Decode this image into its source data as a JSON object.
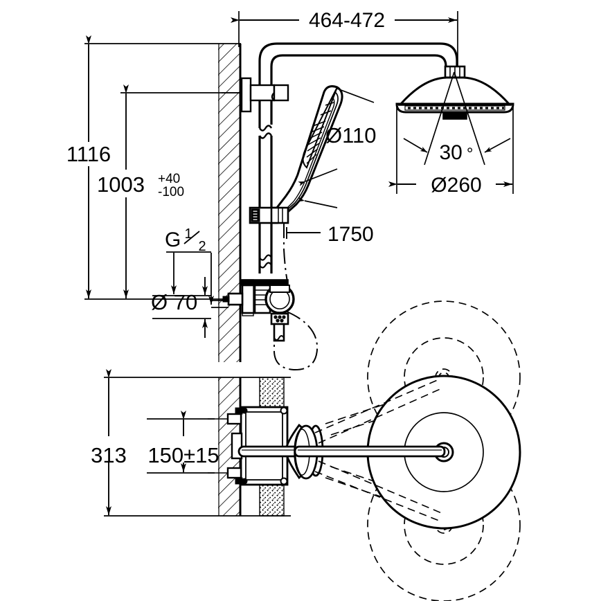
{
  "drawing": {
    "title": "Shower system dimensional drawing",
    "units": "mm",
    "line_color": "#000000",
    "background_color": "#ffffff",
    "hatch_color": "#000000"
  },
  "dimensions": {
    "arm_reach": {
      "label": "464-472",
      "type": "horizontal",
      "name": "shower-arm-reach"
    },
    "total_height": {
      "label": "1116",
      "type": "vertical",
      "name": "overall-height"
    },
    "riser_height": {
      "label": "1003",
      "tolerance_plus": "+40",
      "tolerance_minus": "-100",
      "type": "vertical",
      "name": "riser-height"
    },
    "connection_thread": {
      "label": "G",
      "fraction_numerator": "1",
      "fraction_denominator": "2",
      "name": "inlet-thread-size"
    },
    "inlet_spacing": {
      "label": "Ø 70",
      "type": "vertical",
      "name": "inlet-centre-diameter"
    },
    "hand_shower_diameter": {
      "label": "Ø110",
      "name": "hand-shower-diameter"
    },
    "hose_length": {
      "label": "1750",
      "name": "shower-hose-length"
    },
    "spray_angle": {
      "label": "30",
      "unit": "°",
      "name": "spray-cone-angle"
    },
    "head_diameter": {
      "label": "Ø260",
      "name": "head-shower-diameter"
    },
    "section_height": {
      "label": "313",
      "type": "vertical",
      "name": "valve-body-height"
    },
    "mounting_centres": {
      "label": "150±15",
      "type": "vertical",
      "name": "mounting-centre-distance"
    }
  },
  "views": {
    "elevation": {
      "name": "front-elevation-view",
      "components": [
        "wall",
        "wall-bracket",
        "riser-pipe",
        "horizontal-arm",
        "head-shower",
        "hand-shower",
        "hand-shower-holder",
        "thermostatic-mixer",
        "shower-hose"
      ]
    },
    "section": {
      "name": "valve-section-view",
      "components": [
        "wall-section",
        "tile-layer",
        "valve-body",
        "spout-arm",
        "escutcheon"
      ]
    },
    "plan": {
      "name": "spout-swivel-plan-view",
      "components": [
        "spout-centre-position",
        "spout-rotated-up",
        "spout-rotated-down",
        "escutcheon-plan"
      ]
    }
  }
}
